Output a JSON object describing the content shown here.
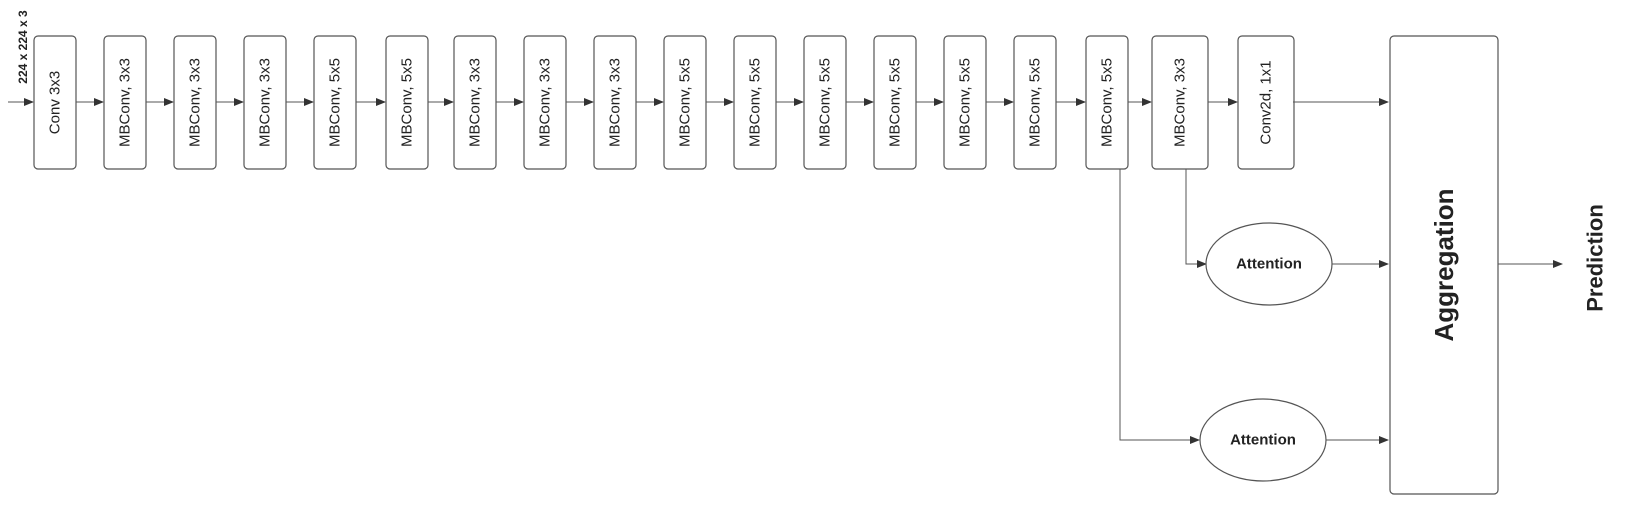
{
  "input_label": "224 x 224 x 3",
  "blocks": [
    {
      "label": "Conv 3x3"
    },
    {
      "label": "MBConv, 3x3"
    },
    {
      "label": "MBConv, 3x3"
    },
    {
      "label": "MBConv, 3x3"
    },
    {
      "label": "MBConv, 5x5"
    },
    {
      "label": "MBConv, 5x5"
    },
    {
      "label": "MBConv, 3x3"
    },
    {
      "label": "MBConv, 3x3"
    },
    {
      "label": "MBConv, 3x3"
    },
    {
      "label": "MBConv, 5x5"
    },
    {
      "label": "MBConv, 5x5"
    },
    {
      "label": "MBConv, 5x5"
    },
    {
      "label": "MBConv, 5x5"
    },
    {
      "label": "MBConv, 5x5"
    },
    {
      "label": "MBConv, 5x5"
    },
    {
      "label": "MBConv, 5x5"
    },
    {
      "label": "MBConv, 3x3"
    },
    {
      "label": "Conv2d, 1x1"
    }
  ],
  "attention": [
    {
      "label": "Attention"
    },
    {
      "label": "Attention"
    }
  ],
  "aggregation_label": "Aggregation",
  "output_label": "Prediction",
  "colors": {
    "stroke": "#555555",
    "text": "#222222",
    "background": "#ffffff"
  }
}
